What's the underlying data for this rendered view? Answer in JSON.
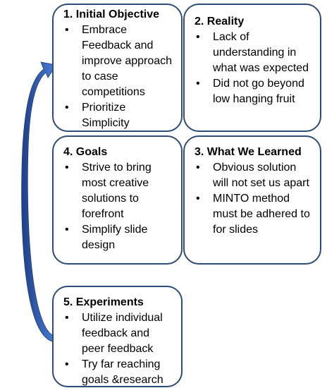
{
  "colors": {
    "box_border": "#2e4c7a",
    "arrow_fill": "#3a6bc4",
    "arrow_dark": "#1f3f86"
  },
  "icons": {
    "arrow": "curved-arrow-icon"
  },
  "boxes": [
    {
      "title": "1. Initial Objective",
      "items": [
        "Embrace Feedback and improve approach to case competitions",
        "Prioritize Simplicity"
      ]
    },
    {
      "title": "2. Reality",
      "items": [
        "Lack of understanding in what was expected",
        "Did not go beyond low hanging fruit"
      ]
    },
    {
      "title": "3. What We Learned",
      "items": [
        "Obvious solution will not set us apart",
        "MINTO method must be adhered to for slides"
      ]
    },
    {
      "title": "4. Goals",
      "items": [
        "Strive to bring most creative solutions to forefront",
        "Simplify slide design"
      ]
    },
    {
      "title": "5. Experiments",
      "items": [
        "Utilize individual feedback and peer feedback",
        "Try far reaching goals &research"
      ]
    }
  ]
}
